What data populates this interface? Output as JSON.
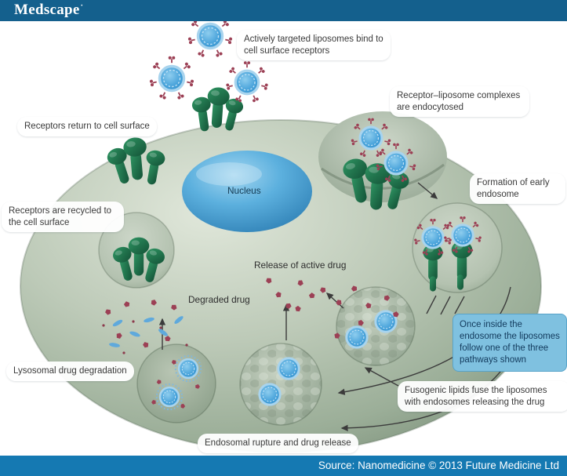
{
  "header": {
    "brand": "Medscape"
  },
  "footer": {
    "source": "Source: Nanomedicine © 2013 Future Medicine Ltd"
  },
  "labels": {
    "actively_targeted": "Actively targeted liposomes bind to cell surface receptors",
    "receptor_liposome": "Receptor–liposome complexes are endocytosed",
    "receptors_return": "Receptors return to cell surface",
    "receptors_recycled": "Receptors are recycled to the cell surface",
    "formation_early_endosome": "Formation of early endosome",
    "once_inside": "Once inside the endosome the liposomes follow one of the three pathways shown",
    "fusogenic": "Fusogenic lipids fuse the liposomes with endosomes releasing the drug",
    "endosomal_rupture": "Endosomal rupture and drug release",
    "lysosomal_degradation": "Lysosomal drug degradation",
    "release_active_drug": "Release of active drug",
    "degraded_drug": "Degraded drug",
    "nucleus": "Nucleus"
  },
  "colors": {
    "header_bar": "#14608d",
    "footer_bar": "#1579b2",
    "background": "#d7e9f5",
    "cell_green": "#a9bba6",
    "nucleus_blue": "#4aa0d4",
    "liposome_blue": "#3f9ed8",
    "receptor_green": "#1c6b45",
    "drug_maroon": "#9c4055",
    "callout_blue": "#7fc1e0",
    "label_bg": "#ffffff"
  }
}
